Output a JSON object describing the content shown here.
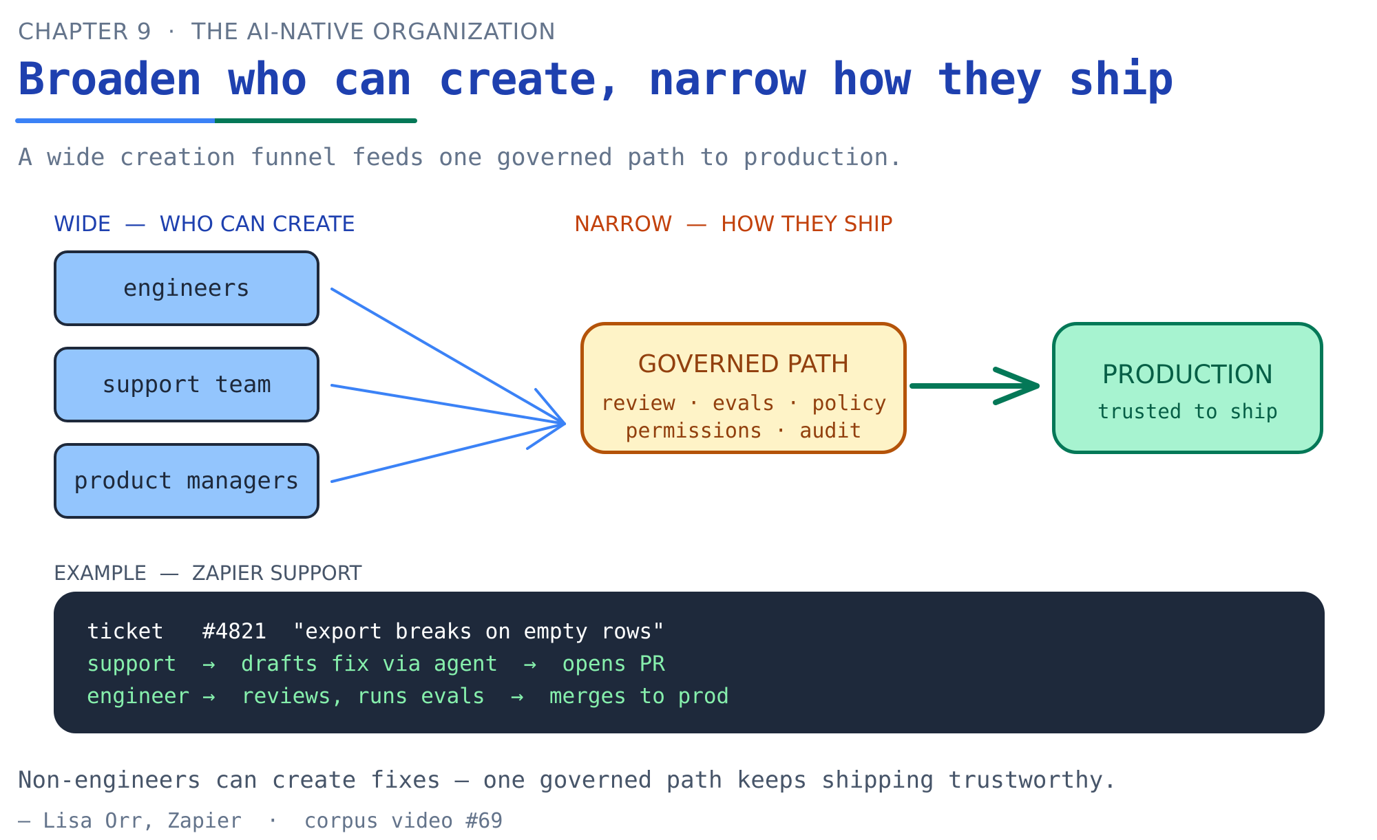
{
  "header": {
    "eyebrow": "CHAPTER 9  ·  THE AI-NATIVE ORGANIZATION",
    "title": "Broaden who can create, narrow how they ship",
    "subtitle": "A wide creation funnel feeds one governed path to production."
  },
  "sections": {
    "wide": "WIDE  —  WHO CAN CREATE",
    "narrow": "NARROW  —  HOW THEY SHIP",
    "example": "EXAMPLE  —  ZAPIER SUPPORT"
  },
  "creators": [
    "engineers",
    "support team",
    "product managers"
  ],
  "governed_path": {
    "title": "GOVERNED PATH",
    "line1": "review · evals · policy",
    "line2": "permissions · audit"
  },
  "production": {
    "title": "PRODUCTION",
    "subtitle": "trusted to ship"
  },
  "example_code": {
    "line0": "ticket   #4821  \"export breaks on empty rows\"",
    "line1": "support  →  drafts fix via agent  →  opens PR",
    "line2": "engineer →  reviews, runs evals  →  merges to prod"
  },
  "footer": {
    "quote": "Non-engineers can create fixes — one governed path keeps shipping trustworthy.",
    "attribution": "— Lisa Orr, Zapier  ·  corpus video #69"
  },
  "colors": {
    "title_blue": "#1e40af",
    "creator_fill": "#93c5fd",
    "funnel_arrow": "#3b82f6",
    "governed_fill": "#fef3c7",
    "governed_border": "#b45309",
    "production_fill": "#a7f3d0",
    "production_border": "#047857",
    "code_bg": "#1e293b",
    "code_green": "#86efac"
  }
}
